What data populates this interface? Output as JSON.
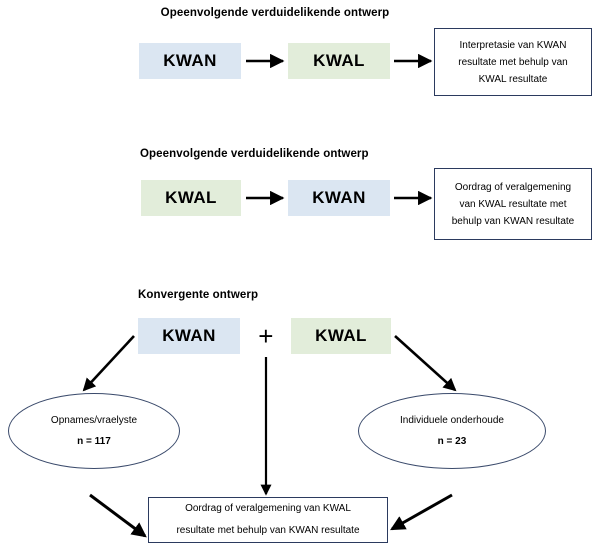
{
  "diagram": {
    "title_hidden": "",
    "colors": {
      "quantitative_fill": "#dbe6f2",
      "qualitative_fill": "#e2edda",
      "box_border": "#2b3a5e",
      "ellipse_border": "#3a4a6b",
      "connector": "#000000",
      "background": "#ffffff"
    },
    "sections": [
      {
        "id": "sequential-explanatory-1",
        "heading": "Opeenvolgende verduidelikende ontwerp",
        "nodes": [
          {
            "id": "kwan-1",
            "label": "KWAN",
            "type": "quantitative"
          },
          {
            "id": "kwal-1",
            "label": "KWAL",
            "type": "qualitative"
          }
        ],
        "outcome": "Interpretasie van KWAN resultate met behulp van KWAL resultate",
        "outcome_lines": [
          "Interpretasie van KWAN",
          "resultate met behulp van",
          "KWAL resultate"
        ]
      },
      {
        "id": "sequential-explanatory-2",
        "heading": "Opeenvolgende verduidelikende ontwerp",
        "nodes": [
          {
            "id": "kwal-2",
            "label": "KWAL",
            "type": "qualitative"
          },
          {
            "id": "kwan-2",
            "label": "KWAN",
            "type": "quantitative"
          }
        ],
        "outcome": "Oordrag of veralgemening van KWAL resultate met behulp van KWAN resultate",
        "outcome_lines": [
          "Oordrag of veralgemening",
          "van KWAL resultate met",
          "behulp van KWAN resultate"
        ]
      },
      {
        "id": "convergent",
        "heading": "Konvergente ontwerp",
        "nodes": [
          {
            "id": "kwan-3",
            "label": "KWAN",
            "type": "quantitative"
          },
          {
            "id": "plus-3",
            "label": "+",
            "type": "operator"
          },
          {
            "id": "kwal-3",
            "label": "KWAL",
            "type": "qualitative"
          }
        ],
        "samples": [
          {
            "id": "sample-left",
            "label": "Opnames/vraelyste",
            "count": "n = 117"
          },
          {
            "id": "sample-right",
            "label": "Individuele onderhoude",
            "count": "n = 23"
          }
        ],
        "outcome": "Oordrag of veralgemening van KWAL resultate met behulp van KWAN resultate",
        "outcome_lines": [
          "Oordrag of veralgemening van KWAL",
          "resultate met behulp van KWAN resultate"
        ]
      }
    ]
  }
}
